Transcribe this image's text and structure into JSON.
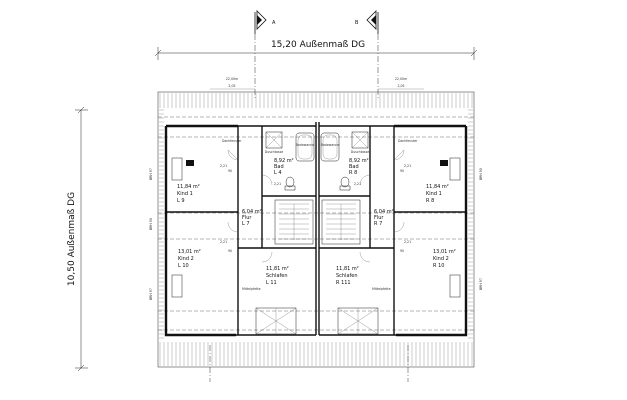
{
  "sections": {
    "a": "A",
    "b": "B"
  },
  "dimensions": {
    "top_total": "15,20 Außenmaß DG",
    "left_total": "10,50 Außenmaß DG",
    "top_left_small": "2,05",
    "top_left_small_sub": "22,00m",
    "top_right_small": "2,05",
    "top_right_small_sub": "22,00m"
  },
  "rooms": {
    "kind1": {
      "area": "11,84 m²",
      "name": "Kind 1",
      "code": "L 9"
    },
    "kind2_left": {
      "area": "13,01 m²",
      "name": "Kind 2",
      "code": "L 10"
    },
    "bad_left": {
      "area": "8,92 m²",
      "name": "Bad",
      "code": "L 4"
    },
    "flur_left": {
      "area": "6,04 m²",
      "name": "Flur",
      "code": "L 7"
    },
    "schlafen_left": {
      "area": "11,81 m²",
      "name": "Schlafen",
      "code": "L 11"
    },
    "bad_right": {
      "area": "8,92 m²",
      "name": "Bad",
      "code": "R 8"
    },
    "flur_right": {
      "area": "6,04 m²",
      "name": "Flur",
      "code": "R 7"
    },
    "kind1_right": {
      "area": "11,84 m²",
      "name": "Kind 1",
      "code": "R 8"
    },
    "schlafen_right": {
      "area": "11,81 m²",
      "name": "Schlafen",
      "code": "R 111"
    },
    "kind2_right": {
      "area": "13,01 m²",
      "name": "Kind 2",
      "code": "R 10"
    }
  },
  "side_labels": {
    "brh_left_top": "BRH 97",
    "brh_left_mid": "BRH 90",
    "brh_left_bot": "BRH 97",
    "brh_right_top": "BRH 90",
    "brh_right_mid": "BRH 97"
  },
  "fixtures": {
    "dusche_left": "Duschtasse",
    "dusche_right": "Duschtasse",
    "wanne_left": "Badewanne",
    "wanne_right": "Badewanne"
  },
  "notes": {
    "dachfenster_left": "Dachfenster",
    "dachfenster_right": "Dachfenster",
    "mittelpfette_left": "Mittelpfette",
    "mittelpfette_right": "Mittelpfette",
    "dim_small_left_top": "2,21",
    "dim_small_left_mid": "2,21",
    "dim_small_left_bot": "2,21",
    "dim_small_right_top": "2,21",
    "dim_small_right_mid": "2,21",
    "dim_small_right_bot": "2,21",
    "dim_90_a": "90",
    "dim_90_b": "90",
    "dim_90_c": "90",
    "dim_90_d": "90"
  }
}
